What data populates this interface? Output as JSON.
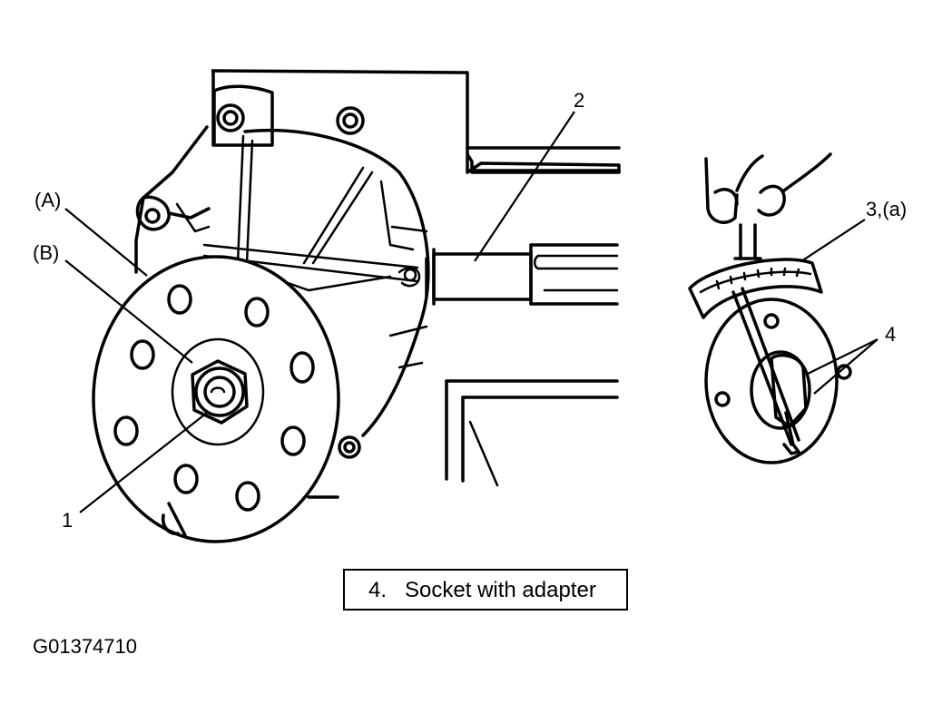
{
  "figure": {
    "callouts": {
      "a": "(A)",
      "b": "(B)",
      "one": "1",
      "two": "2",
      "three": "3,(a)",
      "four": "4"
    },
    "legend": {
      "number": "4.",
      "text": "Socket with adapter"
    },
    "figure_code": "G01374710"
  }
}
